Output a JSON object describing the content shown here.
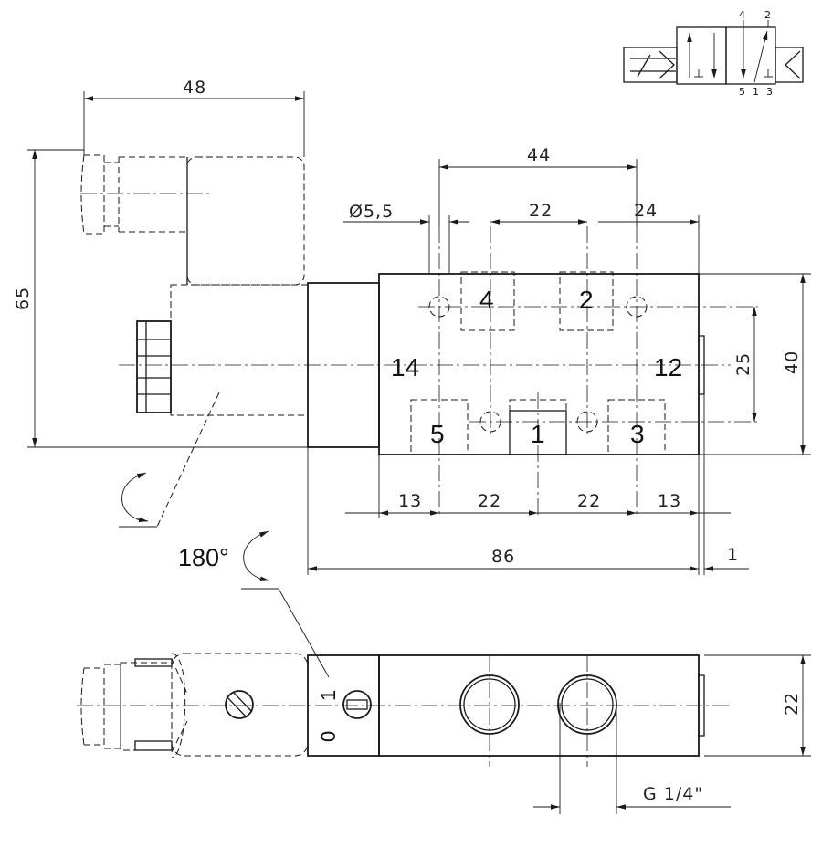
{
  "symbol": {
    "ports_top": [
      "4",
      "2"
    ],
    "ports_bottom": [
      "5",
      "1",
      "3"
    ]
  },
  "dimensions": {
    "d48": "48",
    "d65": "65",
    "d44": "44",
    "d_hole": "Ø5,5",
    "d22_top": "22",
    "d24": "24",
    "d25": "25",
    "d40": "40",
    "d13_left": "13",
    "d22_a": "22",
    "d22_b": "22",
    "d13_right": "13",
    "d86": "86",
    "d1": "1",
    "d22_side": "22",
    "thread": "G 1/4\""
  },
  "ports": {
    "p4": "4",
    "p2": "2",
    "p14": "14",
    "p12": "12",
    "p5": "5",
    "p1": "1",
    "p3": "3"
  },
  "rotation": {
    "label": "180°"
  },
  "override": {
    "on": "1",
    "off": "0"
  }
}
